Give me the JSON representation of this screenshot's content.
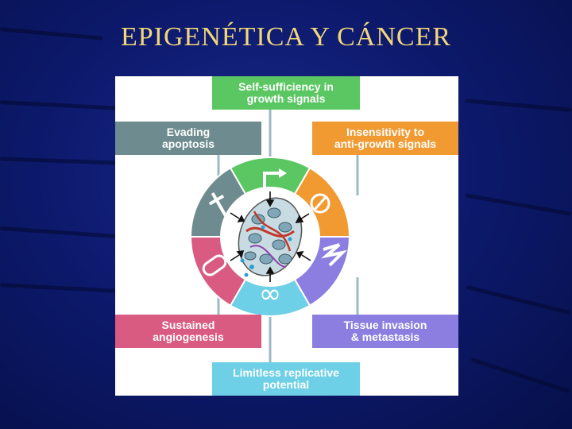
{
  "slide": {
    "title": "EPIGENÉTICA Y CÁNCER"
  },
  "figure": {
    "hallmarks": {
      "top": "Self-sufficiency in\ngrowth signals",
      "top_left": "Evading\napoptosis",
      "top_right": "Insensitivity to\nanti-growth signals",
      "bottom_left": "Sustained\nangiogenesis",
      "bottom_right": "Tissue invasion\n& metastasis",
      "bottom": "Limitless replicative\npotential"
    },
    "colors": {
      "green": "#5bc763",
      "gray": "#6e8c8f",
      "orange": "#f29a32",
      "pink": "#d95b82",
      "purple": "#8b7ee0",
      "cyan": "#6ed0e6"
    }
  }
}
